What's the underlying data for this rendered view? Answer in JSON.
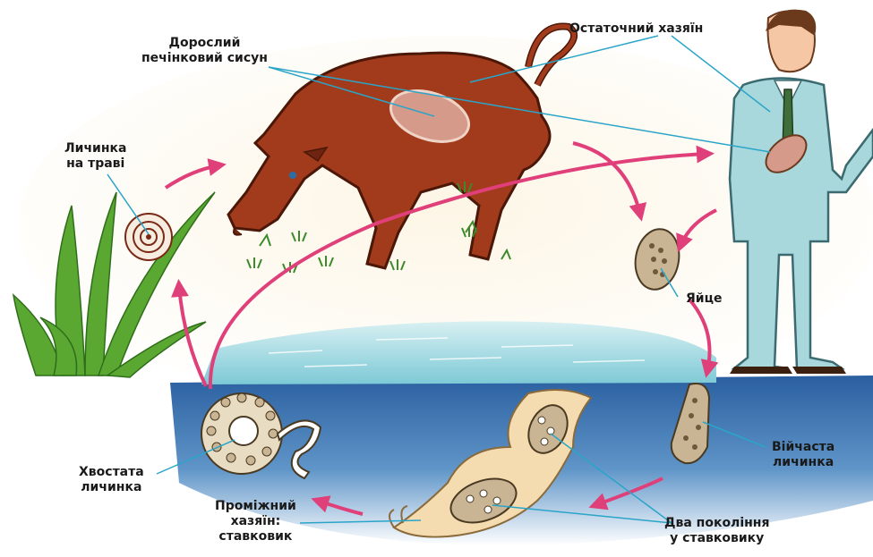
{
  "diagram": {
    "labels": {
      "adult_fluke": [
        "Дорослий",
        "печінковий сисун"
      ],
      "final_host": "Остаточний хазяїн",
      "larva_on_grass": [
        "Личинка",
        "на траві"
      ],
      "egg": "Яйце",
      "ciliated_larva": [
        "Війчаста",
        "личинка"
      ],
      "tailed_larva": [
        "Хвостата",
        "личинка"
      ],
      "intermediate_host": [
        "Проміжний",
        "хазяїн:",
        "ставковик"
      ],
      "two_generations": [
        "Два покоління",
        "у ставковику"
      ]
    },
    "colors": {
      "cow": "#a23b1c",
      "cow_dark": "#6e2410",
      "suit": "#a8d8dc",
      "water": "#7cc9d6",
      "pond": "#1c4d8c",
      "arrow": "#e0407a",
      "leader_line": "#2aa5c9",
      "grass": "#5aa832",
      "sand": "#fbf3e0"
    }
  }
}
